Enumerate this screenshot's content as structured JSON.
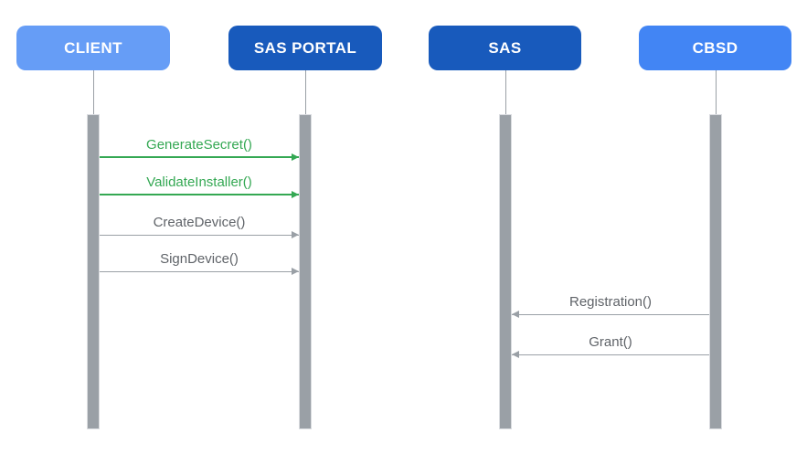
{
  "diagram": {
    "type": "sequence-diagram",
    "colors": {
      "client_fill": "#669DF6",
      "sas_portal_fill": "#185ABC",
      "sas_fill": "#185ABC",
      "cbsd_fill": "#4285F4",
      "green_message": "#34A853",
      "gray_message_text": "#5F6368",
      "lifeline_gray": "#9AA0A6"
    },
    "actors": [
      {
        "id": "client",
        "label": "CLIENT"
      },
      {
        "id": "sas-portal",
        "label": "SAS PORTAL"
      },
      {
        "id": "sas",
        "label": "SAS"
      },
      {
        "id": "cbsd",
        "label": "CBSD"
      }
    ],
    "messages": [
      {
        "label": "GenerateSecret()",
        "from": "client",
        "to": "sas-portal",
        "direction": "right",
        "color": "#34A853"
      },
      {
        "label": "ValidateInstaller()",
        "from": "client",
        "to": "sas-portal",
        "direction": "right",
        "color": "#34A853"
      },
      {
        "label": "CreateDevice()",
        "from": "client",
        "to": "sas-portal",
        "direction": "right",
        "color": "#5F6368"
      },
      {
        "label": "SignDevice()",
        "from": "client",
        "to": "sas-portal",
        "direction": "right",
        "color": "#5F6368"
      },
      {
        "label": "Registration()",
        "from": "cbsd",
        "to": "sas",
        "direction": "left",
        "color": "#5F6368"
      },
      {
        "label": "Grant()",
        "from": "cbsd",
        "to": "sas",
        "direction": "left",
        "color": "#5F6368"
      }
    ]
  }
}
